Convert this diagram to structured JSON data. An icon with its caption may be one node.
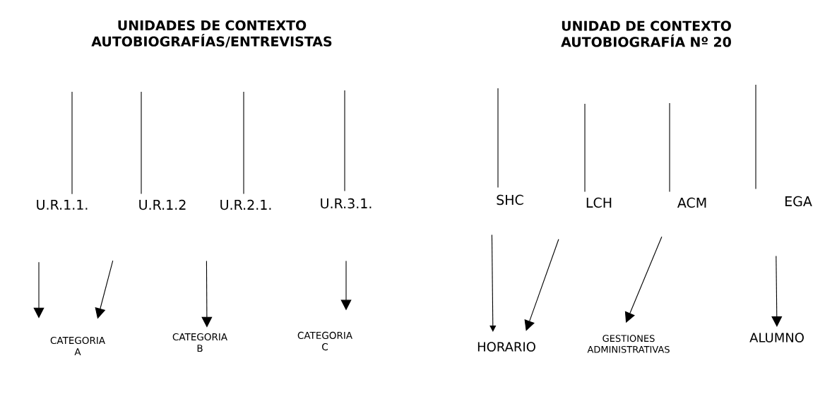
{
  "diagram": {
    "nodes": [
      {
        "text": [
          "UNIDADES DE CONTEXTO AUTOBIOGRAFÍAS/ENTREVISTAS"
        ]
      },
      {
        "text": [
          "U.R.1.1."
        ]
      },
      {
        "text": [
          "U.R.1.2"
        ]
      },
      {
        "text": [
          "U.R.2.1."
        ]
      },
      {
        "text": [
          "U.R.3.1."
        ]
      },
      {
        "text": [
          "CATEGORIA A"
        ]
      },
      {
        "text": [
          "CATEGORIA B"
        ]
      },
      {
        "text": [
          "CATEGORIA C"
        ]
      },
      {
        "text": [
          "UNIDAD DE CONTEXTO AUTOBIOGRAFÍA Nº 20"
        ]
      },
      {
        "text": [
          "SHC"
        ]
      },
      {
        "text": [
          "LCH"
        ]
      },
      {
        "text": [
          "ACM"
        ]
      },
      {
        "text": [
          "EGA"
        ]
      },
      {
        "text": [
          "HORARIO"
        ]
      },
      {
        "text": [
          "GESTIONES ADMINISTRATIVAS"
        ]
      },
      {
        "text": [
          "ALUMNO"
        ]
      }
    ],
    "edges": [
      {
        "from": null,
        "to": 1,
        "arrow": "none"
      },
      {
        "from": null,
        "to": 2,
        "arrow": "none"
      },
      {
        "from": null,
        "to": 3,
        "arrow": "none"
      },
      {
        "from": null,
        "to": 4,
        "arrow": "none"
      },
      {
        "from": 1,
        "to": 5,
        "arrow": "to"
      },
      {
        "from": 2,
        "to": 5,
        "arrow": "to"
      },
      {
        "from": 3,
        "to": 6,
        "arrow": "to"
      },
      {
        "from": 4,
        "to": 7,
        "arrow": "to"
      },
      {
        "from": null,
        "to": 9,
        "arrow": "none"
      },
      {
        "from": null,
        "to": 10,
        "arrow": "none"
      },
      {
        "from": null,
        "to": 11,
        "arrow": "none"
      },
      {
        "from": null,
        "to": 12,
        "arrow": "none"
      },
      {
        "from": 9,
        "to": 13,
        "arrow": "to"
      },
      {
        "from": 10,
        "to": 13,
        "arrow": "to"
      },
      {
        "from": 11,
        "to": 14,
        "arrow": "to"
      },
      {
        "from": 12,
        "to": 15,
        "arrow": "to"
      }
    ]
  }
}
